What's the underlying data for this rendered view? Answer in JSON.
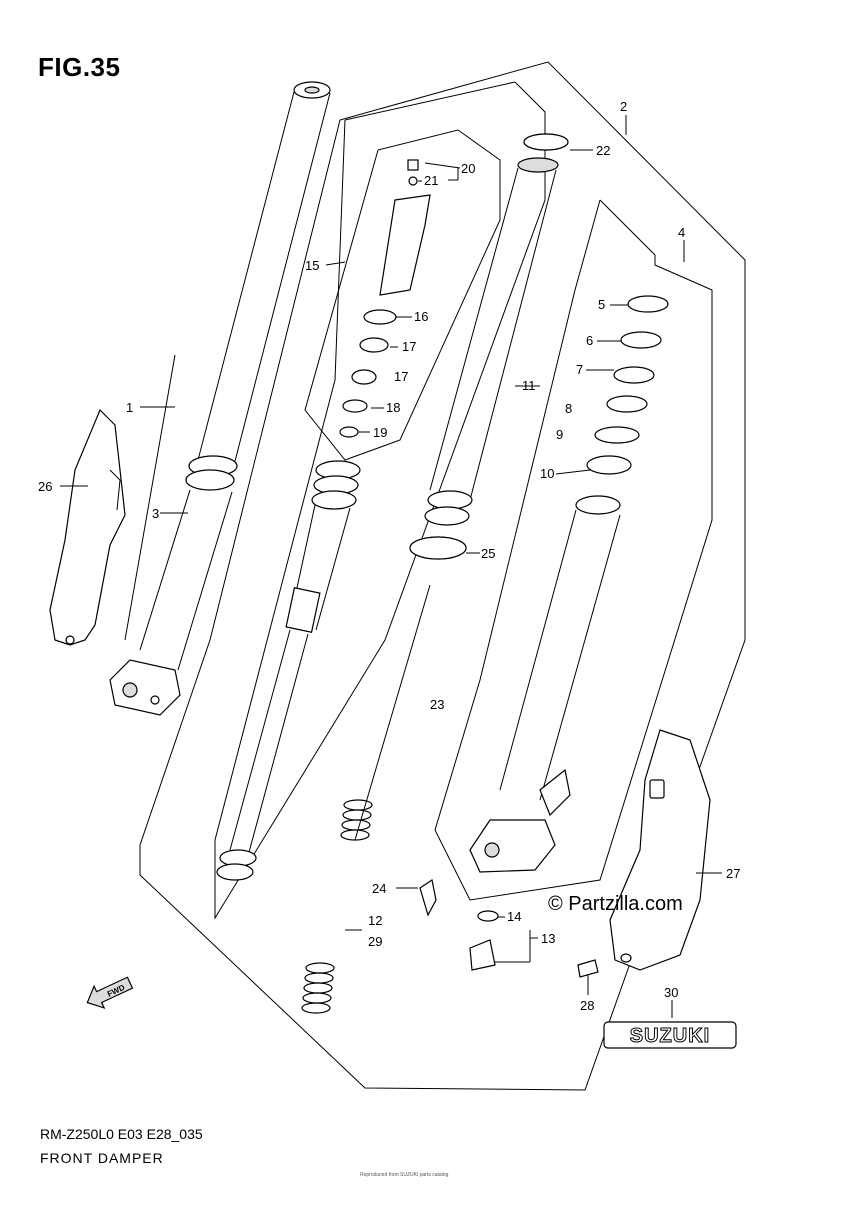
{
  "figure_title": "FIG.35",
  "model_code": "RM-Z250L0 E03 E28_035",
  "part_name": "FRONT DAMPER",
  "copyright": "© Partzilla.com",
  "brand_logo": "SUZUKI",
  "fwd_arrow": "FWD",
  "fine_print": "Reproduced from SUZUKI parts catalog",
  "callouts": {
    "c1": "1",
    "c2": "2",
    "c3": "3",
    "c4": "4",
    "c5": "5",
    "c6": "6",
    "c7": "7",
    "c8": "8",
    "c9": "9",
    "c10": "10",
    "c11": "11",
    "c12": "12",
    "c13": "13",
    "c14": "14",
    "c15": "15",
    "c16": "16",
    "c17a": "17",
    "c17b": "17",
    "c18": "18",
    "c19": "19",
    "c20": "20",
    "c21": "21",
    "c22": "22",
    "c23": "23",
    "c24": "24",
    "c25": "25",
    "c26": "26",
    "c27": "27",
    "c28": "28",
    "c29": "29",
    "c30": "30"
  }
}
